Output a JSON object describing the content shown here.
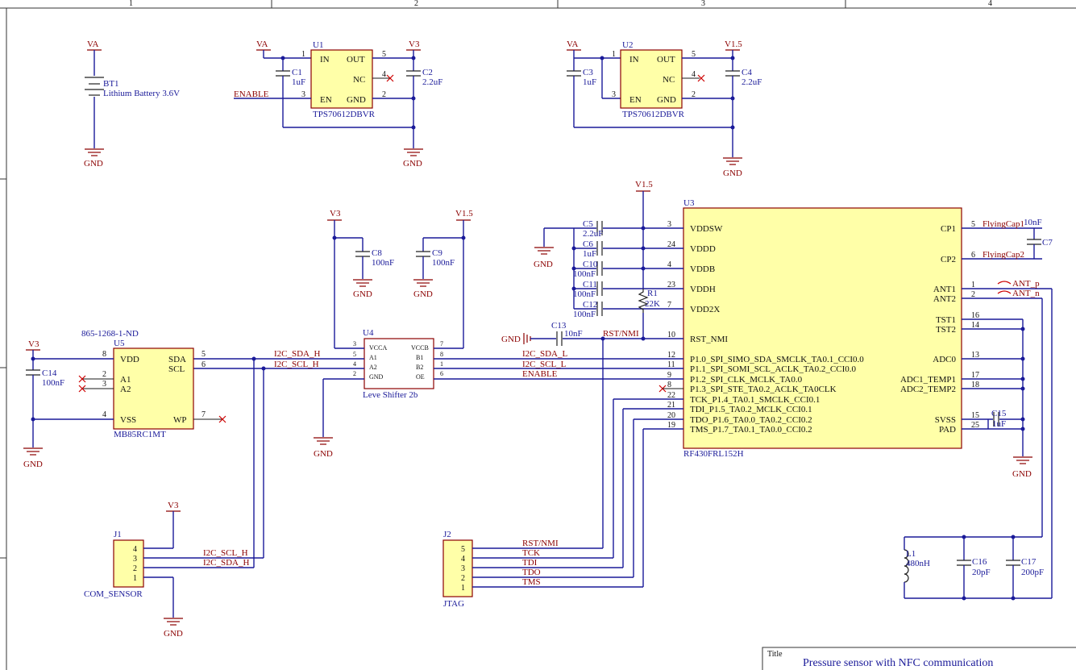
{
  "title_block": {
    "label": "Title",
    "value": "Pressure sensor with NFC communication"
  },
  "power": {
    "va": "VA",
    "v3": "V3",
    "v15": "V1.5",
    "gnd": "GND"
  },
  "bt1": {
    "ref": "BT1",
    "value": "Lithium Battery 3.6V"
  },
  "u1": {
    "ref": "U1",
    "part": "TPS70612DBVR",
    "pins": {
      "in": "IN",
      "out": "OUT",
      "nc": "NC",
      "en": "EN",
      "gnd": "GND"
    },
    "nums": {
      "in": "1",
      "out": "5",
      "nc": "4",
      "en": "3",
      "gnd": "2"
    }
  },
  "u2": {
    "ref": "U2",
    "part": "TPS70612DBVR",
    "pins": {
      "in": "IN",
      "out": "OUT",
      "nc": "NC",
      "en": "EN",
      "gnd": "GND"
    },
    "nums": {
      "in": "1",
      "out": "5",
      "nc": "4",
      "en": "3",
      "gnd": "2"
    }
  },
  "caps": {
    "c1": {
      "ref": "C1",
      "value": "1uF"
    },
    "c2": {
      "ref": "C2",
      "value": "2.2uF"
    },
    "c3": {
      "ref": "C3",
      "value": "1uF"
    },
    "c4": {
      "ref": "C4",
      "value": "2.2uF"
    },
    "c5": {
      "ref": "C5",
      "value": "2.2uF"
    },
    "c6": {
      "ref": "C6",
      "value": "1uF"
    },
    "c10": {
      "ref": "C10",
      "value": "100nF"
    },
    "c11": {
      "ref": "C11",
      "value": "100nF"
    },
    "c12": {
      "ref": "C12",
      "value": "100nF"
    },
    "c13": {
      "ref": "C13",
      "value": "10nF"
    },
    "c7": {
      "ref": "C7",
      "value": "10nF"
    },
    "c8": {
      "ref": "C8",
      "value": "100nF"
    },
    "c9": {
      "ref": "C9",
      "value": "100nF"
    },
    "c14": {
      "ref": "C14",
      "value": "100nF"
    },
    "c15": {
      "ref": "C15",
      "value": "1uF"
    },
    "c16": {
      "ref": "C16",
      "value": "20pF"
    },
    "c17": {
      "ref": "C17",
      "value": "200pF"
    }
  },
  "r1": {
    "ref": "R1",
    "value": "22K"
  },
  "l1": {
    "ref": "L1",
    "value": "480nH"
  },
  "nets": {
    "enable": "ENABLE",
    "i2c_sda_h": "I2C_SDA_H",
    "i2c_scl_h": "I2C_SCL_H",
    "i2c_sda_l": "I2C_SDA_L",
    "i2c_scl_l": "I2C_SCL_L",
    "rst_nmi": "RST/NMI",
    "tck": "TCK",
    "tdi": "TDI",
    "tdo": "TDO",
    "tms": "TMS",
    "flyingcap1": "FlyingCap1",
    "flyingcap2": "FlyingCap2",
    "ant_p": "ANT_p",
    "ant_n": "ANT_n"
  },
  "u3": {
    "ref": "U3",
    "part": "RF430FRL152H",
    "left_pins": [
      {
        "num": "3",
        "name": "VDDSW"
      },
      {
        "num": "24",
        "name": "VDDD"
      },
      {
        "num": "4",
        "name": "VDDB"
      },
      {
        "num": "23",
        "name": "VDDH"
      },
      {
        "num": "7",
        "name": "VDD2X"
      },
      {
        "num": "10",
        "name": "RST_NMI"
      },
      {
        "num": "12",
        "name": "P1.0_SPI_SIMO_SDA_SMCLK_TA0.1_CCI0.0"
      },
      {
        "num": "11",
        "name": "P1.1_SPI_SOMI_SCL_ACLK_TA0.2_CCI0.0"
      },
      {
        "num": "9",
        "name": "P1.2_SPI_CLK_MCLK_TA0.0"
      },
      {
        "num": "8",
        "name": "P1.3_SPI_STE_TA0.2_ACLK_TA0CLK"
      },
      {
        "num": "22",
        "name": "TCK_P1.4_TA0.1_SMCLK_CCI0.1"
      },
      {
        "num": "21",
        "name": "TDI_P1.5_TA0.2_MCLK_CCI0.1"
      },
      {
        "num": "20",
        "name": "TDO_P1.6_TA0.0_TA0.2_CCI0.2"
      },
      {
        "num": "19",
        "name": "TMS_P1.7_TA0.1_TA0.0_CCI0.2"
      }
    ],
    "right_pins": [
      {
        "num": "5",
        "name": "CP1"
      },
      {
        "num": "6",
        "name": "CP2"
      },
      {
        "num": "1",
        "name": "ANT1"
      },
      {
        "num": "2",
        "name": "ANT2"
      },
      {
        "num": "16",
        "name": "TST1"
      },
      {
        "num": "14",
        "name": "TST2"
      },
      {
        "num": "13",
        "name": "ADC0"
      },
      {
        "num": "17",
        "name": "ADC1_TEMP1"
      },
      {
        "num": "18",
        "name": "ADC2_TEMP2"
      },
      {
        "num": "15",
        "name": "SVSS"
      },
      {
        "num": "25",
        "name": "PAD"
      }
    ]
  },
  "u4": {
    "ref": "U4",
    "part": "Leve Shifter 2b",
    "pins": {
      "vcca": "VCCA",
      "a1": "A1",
      "a2": "A2",
      "gnd": "GND",
      "vccb": "VCCB",
      "b1": "B1",
      "b2": "B2",
      "oe": "OE"
    },
    "nums": {
      "vcca": "3",
      "a1": "5",
      "a2": "4",
      "gnd": "2",
      "vccb": "7",
      "b1": "8",
      "b2": "1",
      "oe": "6"
    }
  },
  "u5": {
    "ref": "U5",
    "part": "MB85RC1MT",
    "supplier": "865-1268-1-ND",
    "pins": {
      "vdd": "VDD",
      "a1": "A1",
      "a2": "A2",
      "vss": "VSS",
      "sda": "SDA",
      "scl": "SCL",
      "wp": "WP"
    },
    "nums": {
      "vdd": "8",
      "a1": "2",
      "a2": "3",
      "vss": "4",
      "sda": "5",
      "scl": "6",
      "wp": "7"
    }
  },
  "j1": {
    "ref": "J1",
    "name": "COM_SENSOR",
    "pins": [
      "4",
      "3",
      "2",
      "1"
    ]
  },
  "j2": {
    "ref": "J2",
    "name": "JTAG",
    "pins": [
      "5",
      "4",
      "3",
      "2",
      "1"
    ]
  },
  "sheet_columns": [
    "1",
    "2",
    "3",
    "4"
  ]
}
